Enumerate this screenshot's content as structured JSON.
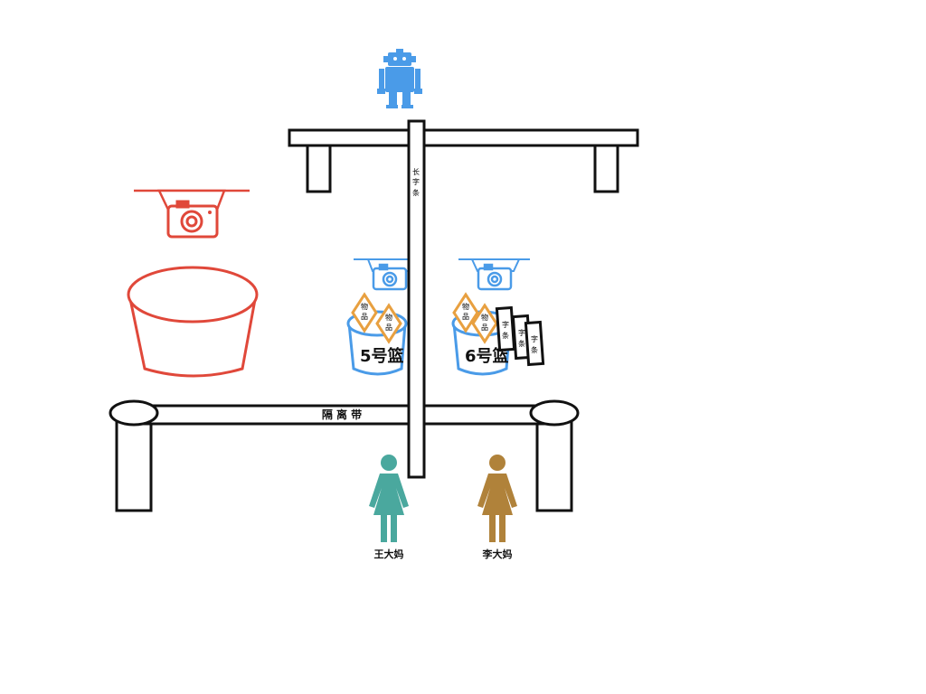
{
  "labels": {
    "long_strip": [
      "长",
      "字",
      "条"
    ],
    "barrier": "隔 离 带",
    "basket5": "5号篮",
    "basket6": "6号篮",
    "item": [
      "物",
      "品"
    ],
    "note": [
      "字",
      "条"
    ],
    "person1": "王大妈",
    "person2": "李大妈"
  },
  "icons": {
    "robot": "robot-icon",
    "camera": "camera-icon",
    "person": "woman-icon"
  },
  "colors": {
    "ink": "#111111",
    "red": "#e0483a",
    "blue": "#4a9be8",
    "orange": "#e8a040",
    "teal": "#4aa89e",
    "brown": "#b0823a"
  }
}
